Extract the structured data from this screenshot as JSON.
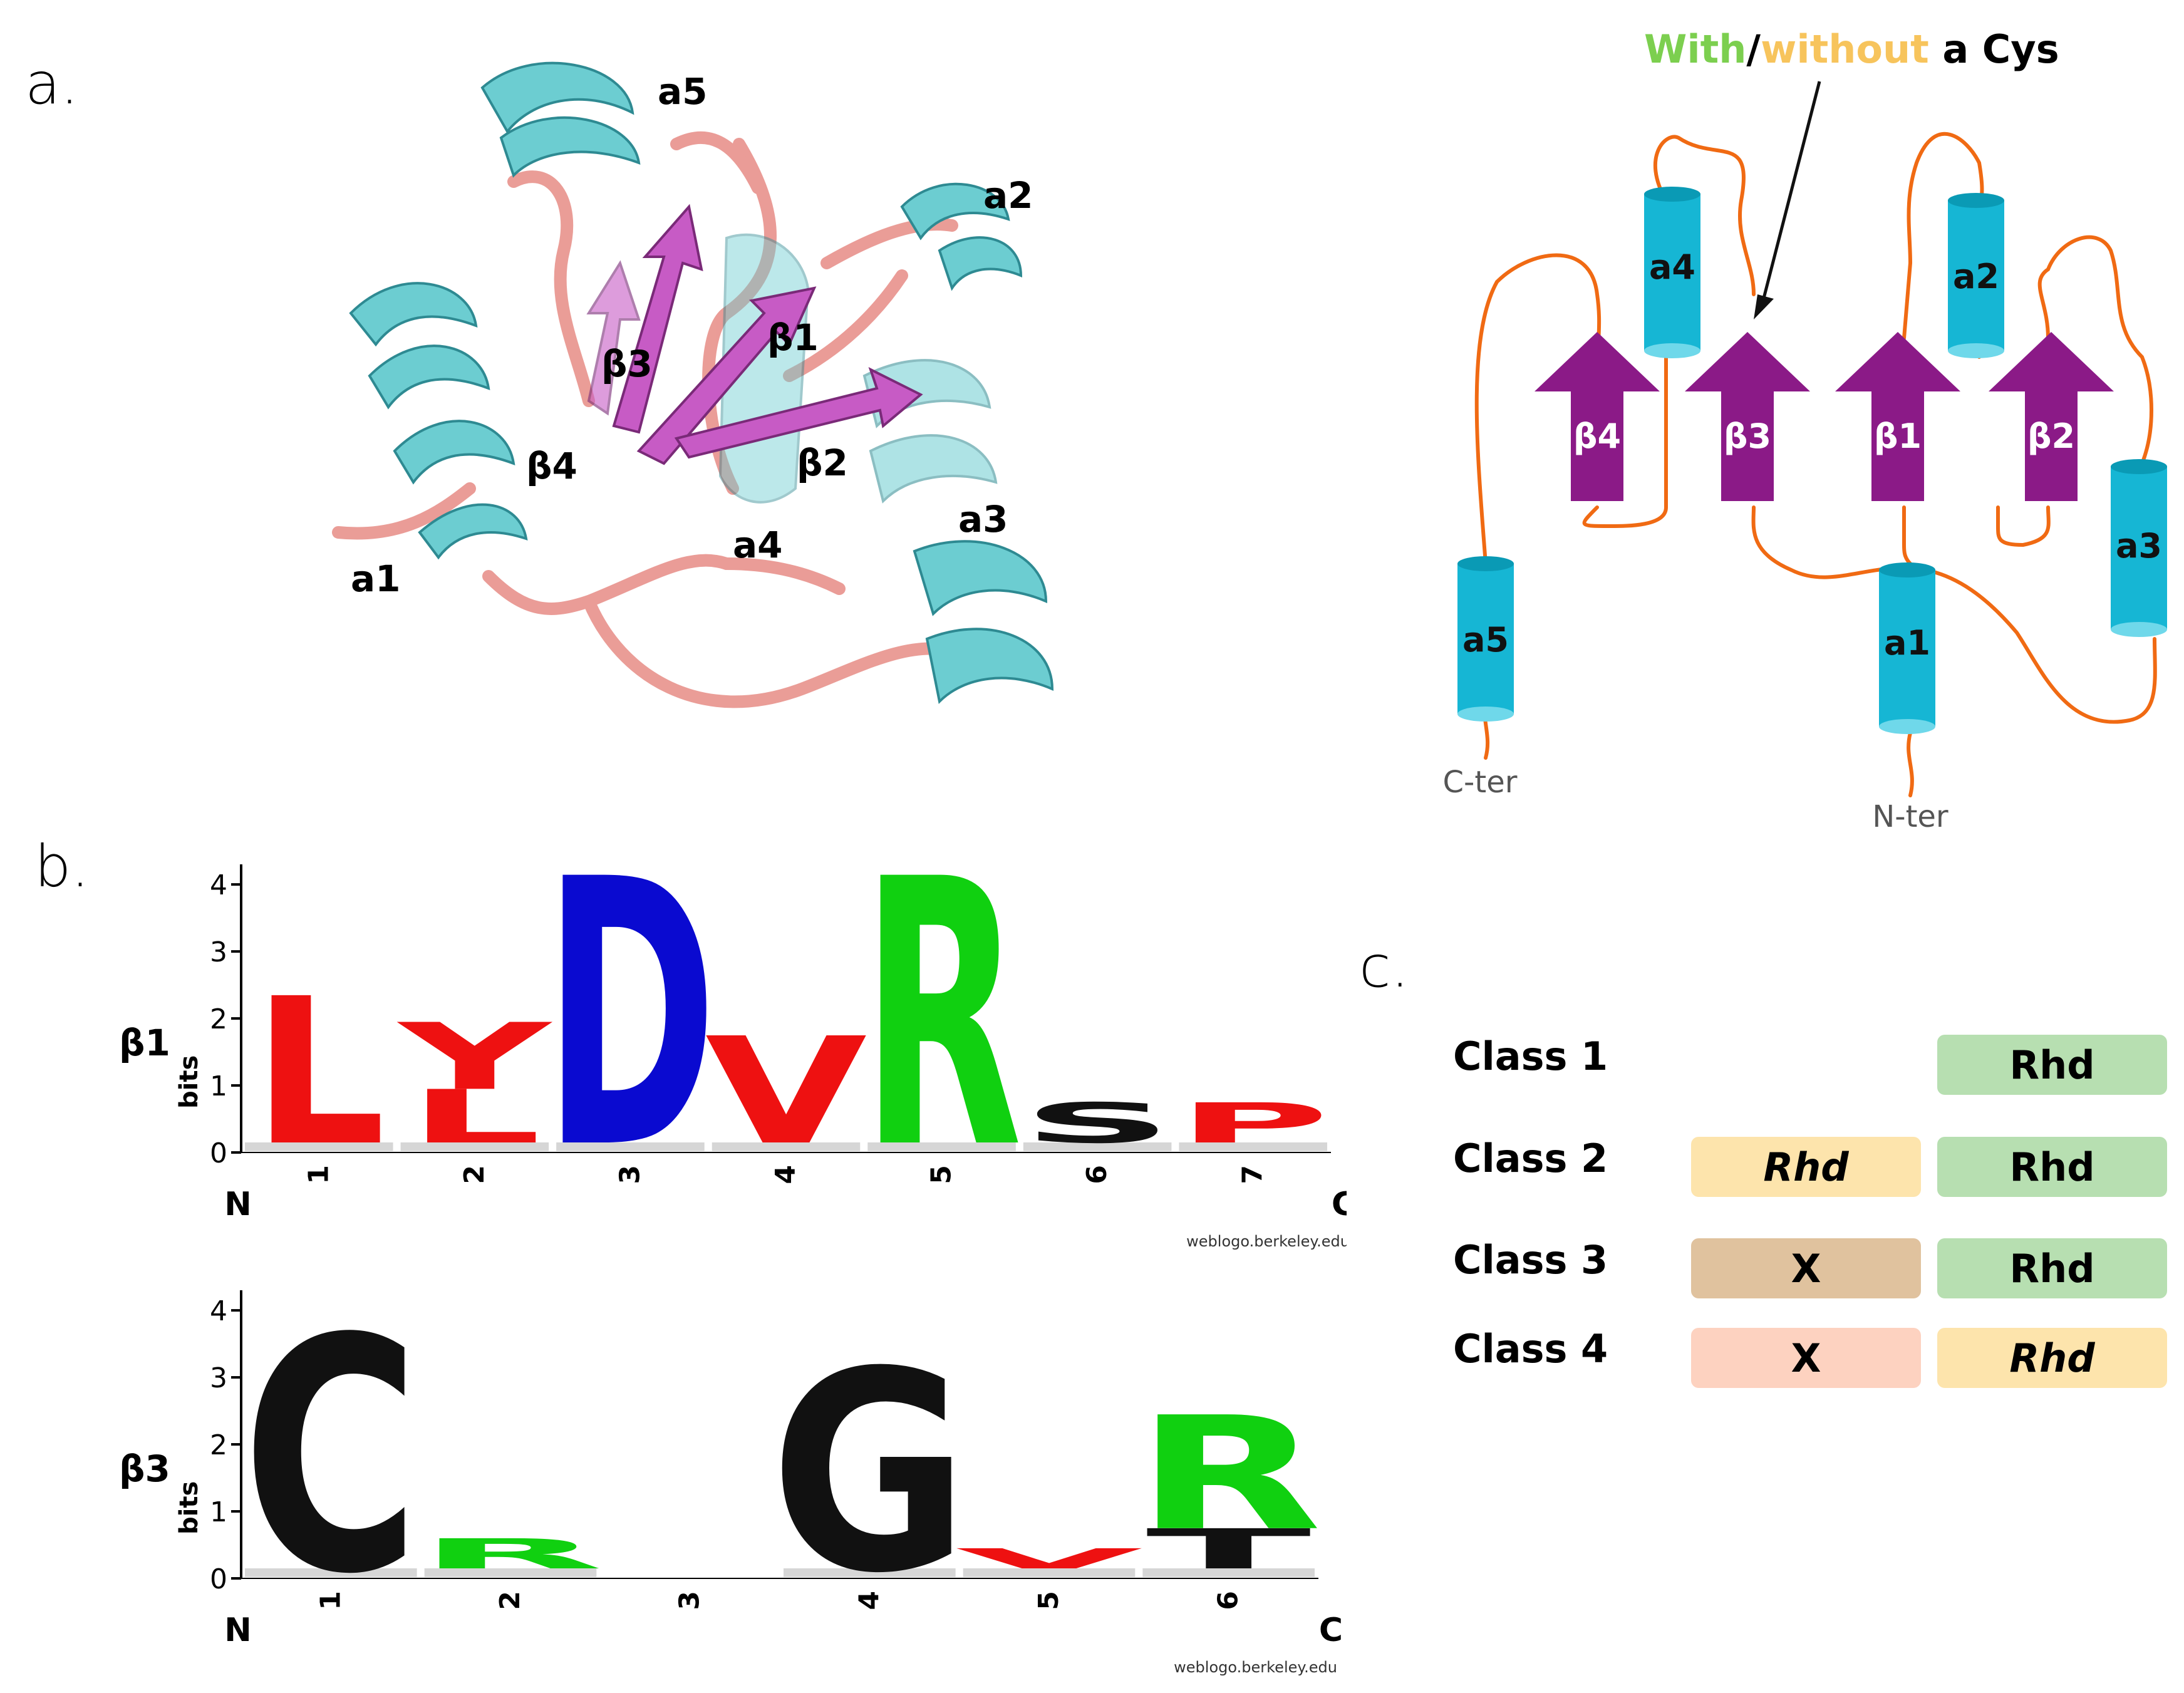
{
  "panels": {
    "a": "a.",
    "b": "b.",
    "c": "c."
  },
  "structure": {
    "helix_labels": [
      "a1",
      "a2",
      "a3",
      "a4",
      "a5"
    ],
    "strand_labels": [
      "β1",
      "β2",
      "β3",
      "β4"
    ]
  },
  "topology": {
    "header_with": "With",
    "header_slash": "/",
    "header_without": "without",
    "header_rest": " a Cys",
    "helices": [
      "a1",
      "a2",
      "a3",
      "a4",
      "a5"
    ],
    "strands": [
      "β4",
      "β3",
      "β1",
      "β2"
    ],
    "c_ter": "C-ter",
    "n_ter": "N-ter",
    "colors": {
      "helix": "#16b6d4",
      "strand": "#8b1a87",
      "loop": "#f06a13",
      "with": "#7ccf4f",
      "without": "#f7c45c"
    }
  },
  "logos": [
    {
      "label": "β1",
      "ylabel": "bits",
      "yticks": [
        "0",
        "1",
        "2",
        "3",
        "4"
      ],
      "positions": [
        "1",
        "2",
        "3",
        "4",
        "5",
        "6",
        "7"
      ],
      "n_end": "N",
      "c_end": "C",
      "credit": "weblogo.berkeley.edu",
      "letters": [
        {
          "pos": 1,
          "char": "L",
          "bits": 2.2,
          "color": "#ee1111"
        },
        {
          "pos": 2,
          "char": "Y",
          "bits": 1.0,
          "color": "#ee1111"
        },
        {
          "pos": 2,
          "char": "L",
          "bits": 0.8,
          "color": "#ee1111"
        },
        {
          "pos": 3,
          "char": "D",
          "bits": 4.0,
          "color": "#0a0ad0"
        },
        {
          "pos": 4,
          "char": "V",
          "bits": 1.6,
          "color": "#ee1111"
        },
        {
          "pos": 5,
          "char": "R",
          "bits": 4.0,
          "color": "#10d010"
        },
        {
          "pos": 6,
          "char": "S",
          "bits": 0.6,
          "color": "#111111"
        },
        {
          "pos": 7,
          "char": "P",
          "bits": 0.6,
          "color": "#ee1111"
        }
      ]
    },
    {
      "label": "β3",
      "ylabel": "bits",
      "yticks": [
        "0",
        "1",
        "2",
        "3",
        "4"
      ],
      "positions": [
        "1",
        "2",
        "3",
        "4",
        "5",
        "6"
      ],
      "n_end": "N",
      "c_end": "C",
      "credit": "weblogo.berkeley.edu",
      "letters": [
        {
          "pos": 1,
          "char": "C",
          "bits": 3.5,
          "color": "#111111"
        },
        {
          "pos": 2,
          "char": "R",
          "bits": 0.45,
          "color": "#10d010"
        },
        {
          "pos": 4,
          "char": "G",
          "bits": 3.0,
          "color": "#111111"
        },
        {
          "pos": 5,
          "char": "V",
          "bits": 0.3,
          "color": "#ee1111"
        },
        {
          "pos": 6,
          "char": "R",
          "bits": 1.7,
          "color": "#10d010"
        },
        {
          "pos": 6,
          "char": "T",
          "bits": 0.6,
          "color": "#111111"
        }
      ]
    }
  ],
  "classes": [
    {
      "label": "Class 1",
      "boxes": [
        null,
        {
          "text": "Rhd",
          "color": "#b7dfb1",
          "italic": false
        }
      ]
    },
    {
      "label": "Class 2",
      "boxes": [
        {
          "text": "Rhd",
          "color": "#fde4ac",
          "italic": true
        },
        {
          "text": "Rhd",
          "color": "#b7dfb1",
          "italic": false
        }
      ]
    },
    {
      "label": "Class 3",
      "boxes": [
        {
          "text": "X",
          "color": "#e0c29e",
          "italic": false
        },
        {
          "text": "Rhd",
          "color": "#b7dfb1",
          "italic": false
        }
      ]
    },
    {
      "label": "Class 4",
      "boxes": [
        {
          "text": "X",
          "color": "#fdd2c0",
          "italic": false
        },
        {
          "text": "Rhd",
          "color": "#fde4ac",
          "italic": true
        }
      ]
    }
  ]
}
